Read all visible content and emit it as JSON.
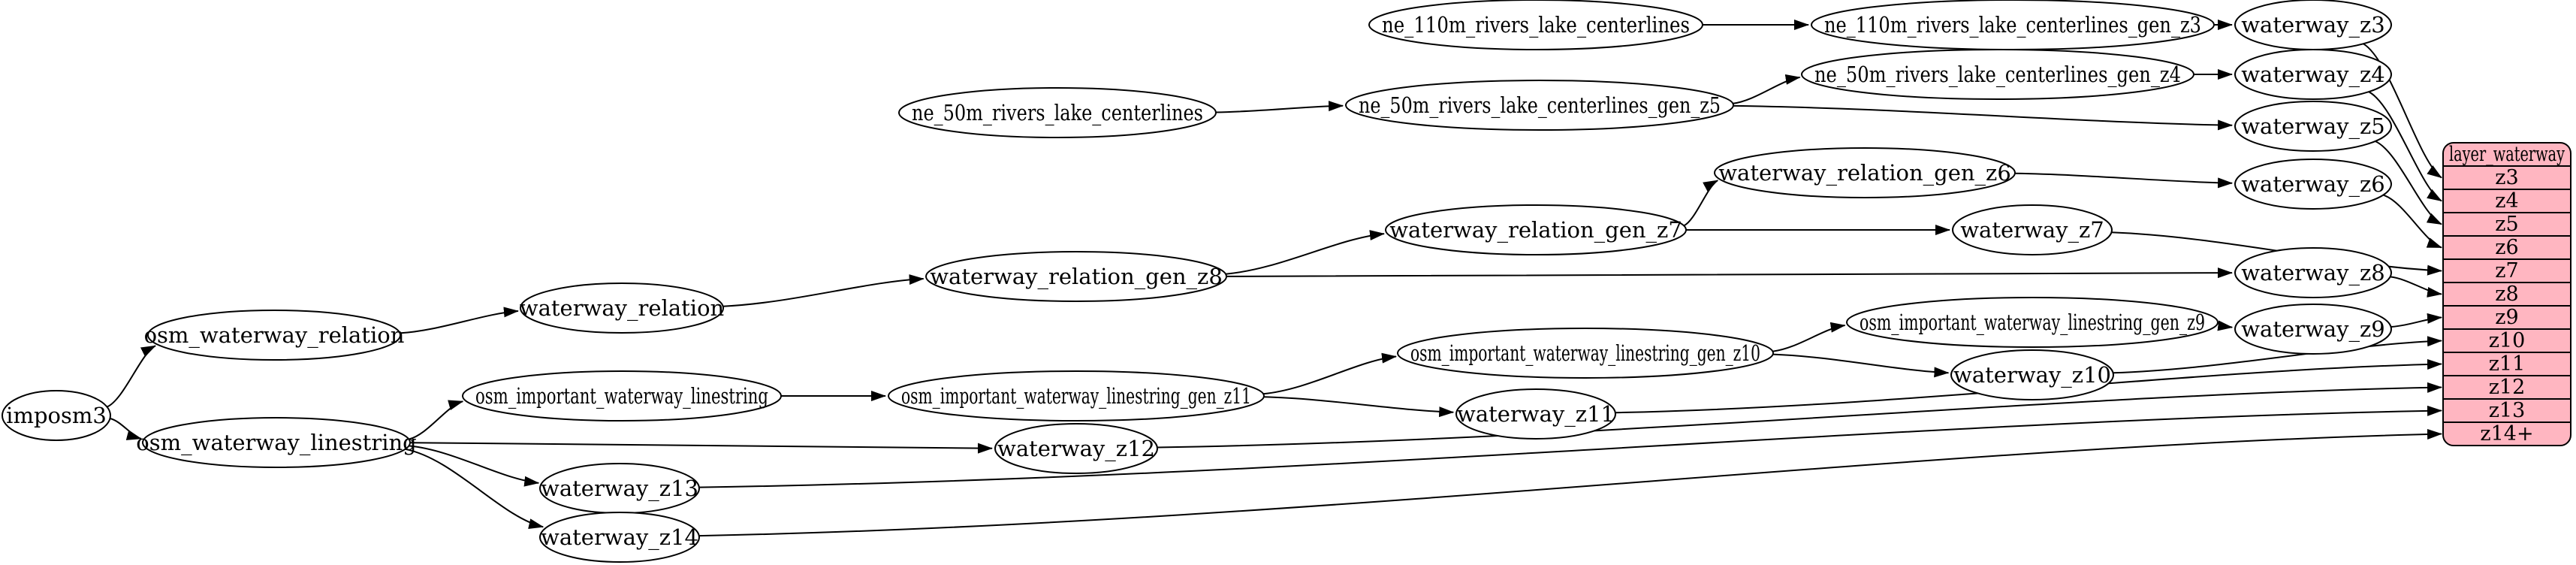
{
  "diagram": {
    "background_color": "#ffffff",
    "node_fill": "#ffffff",
    "node_stroke": "#000000",
    "edge_color": "#000000",
    "nodes": [
      {
        "id": "imposm3",
        "label": "imposm3"
      },
      {
        "id": "osm_waterway_relation",
        "label": "osm_waterway_relation"
      },
      {
        "id": "osm_waterway_linestring",
        "label": "osm_waterway_linestring"
      },
      {
        "id": "waterway_relation",
        "label": "waterway_relation"
      },
      {
        "id": "osm_important_waterway_linestring",
        "label": "osm_important_waterway_linestring"
      },
      {
        "id": "waterway_z13",
        "label": "waterway_z13"
      },
      {
        "id": "waterway_z14",
        "label": "waterway_z14"
      },
      {
        "id": "ne_50m_rivers_lake_centerlines",
        "label": "ne_50m_rivers_lake_centerlines"
      },
      {
        "id": "waterway_relation_gen_z8",
        "label": "waterway_relation_gen_z8"
      },
      {
        "id": "osm_important_waterway_linestring_gen_z11",
        "label": "osm_important_waterway_linestring_gen_z11"
      },
      {
        "id": "waterway_z12",
        "label": "waterway_z12"
      },
      {
        "id": "ne_110m_rivers_lake_centerlines",
        "label": "ne_110m_rivers_lake_centerlines"
      },
      {
        "id": "ne_50m_rivers_lake_centerlines_gen_z5",
        "label": "ne_50m_rivers_lake_centerlines_gen_z5"
      },
      {
        "id": "waterway_relation_gen_z7",
        "label": "waterway_relation_gen_z7"
      },
      {
        "id": "waterway_z11",
        "label": "waterway_z11"
      },
      {
        "id": "osm_important_waterway_linestring_gen_z10",
        "label": "osm_important_waterway_linestring_gen_z10"
      },
      {
        "id": "waterway_relation_gen_z6",
        "label": "waterway_relation_gen_z6"
      },
      {
        "id": "ne_50m_rivers_lake_centerlines_gen_z4",
        "label": "ne_50m_rivers_lake_centerlines_gen_z4"
      },
      {
        "id": "ne_110m_rivers_lake_centerlines_gen_z3",
        "label": "ne_110m_rivers_lake_centerlines_gen_z3"
      },
      {
        "id": "waterway_z7",
        "label": "waterway_z7"
      },
      {
        "id": "osm_important_waterway_linestring_gen_z9",
        "label": "osm_important_waterway_linestring_gen_z9"
      },
      {
        "id": "waterway_z10",
        "label": "waterway_z10"
      },
      {
        "id": "waterway_z3",
        "label": "waterway_z3"
      },
      {
        "id": "waterway_z4",
        "label": "waterway_z4"
      },
      {
        "id": "waterway_z5",
        "label": "waterway_z5"
      },
      {
        "id": "waterway_z6",
        "label": "waterway_z6"
      },
      {
        "id": "waterway_z8",
        "label": "waterway_z8"
      },
      {
        "id": "waterway_z9",
        "label": "waterway_z9"
      }
    ],
    "edges": [
      {
        "from": "imposm3",
        "to": "osm_waterway_relation"
      },
      {
        "from": "imposm3",
        "to": "osm_waterway_linestring"
      },
      {
        "from": "osm_waterway_relation",
        "to": "waterway_relation"
      },
      {
        "from": "waterway_relation",
        "to": "waterway_relation_gen_z8"
      },
      {
        "from": "waterway_relation_gen_z8",
        "to": "waterway_relation_gen_z7"
      },
      {
        "from": "waterway_relation_gen_z8",
        "to": "waterway_z8"
      },
      {
        "from": "waterway_relation_gen_z7",
        "to": "waterway_relation_gen_z6"
      },
      {
        "from": "waterway_relation_gen_z7",
        "to": "waterway_z7"
      },
      {
        "from": "waterway_relation_gen_z6",
        "to": "waterway_z6"
      },
      {
        "from": "osm_waterway_linestring",
        "to": "osm_important_waterway_linestring"
      },
      {
        "from": "osm_waterway_linestring",
        "to": "waterway_z12"
      },
      {
        "from": "osm_waterway_linestring",
        "to": "waterway_z13"
      },
      {
        "from": "osm_waterway_linestring",
        "to": "waterway_z14"
      },
      {
        "from": "osm_important_waterway_linestring",
        "to": "osm_important_waterway_linestring_gen_z11"
      },
      {
        "from": "osm_important_waterway_linestring_gen_z11",
        "to": "osm_important_waterway_linestring_gen_z10"
      },
      {
        "from": "osm_important_waterway_linestring_gen_z11",
        "to": "waterway_z11"
      },
      {
        "from": "osm_important_waterway_linestring_gen_z10",
        "to": "osm_important_waterway_linestring_gen_z9"
      },
      {
        "from": "osm_important_waterway_linestring_gen_z10",
        "to": "waterway_z10"
      },
      {
        "from": "osm_important_waterway_linestring_gen_z9",
        "to": "waterway_z9"
      },
      {
        "from": "ne_110m_rivers_lake_centerlines",
        "to": "ne_110m_rivers_lake_centerlines_gen_z3"
      },
      {
        "from": "ne_110m_rivers_lake_centerlines_gen_z3",
        "to": "waterway_z3"
      },
      {
        "from": "ne_50m_rivers_lake_centerlines",
        "to": "ne_50m_rivers_lake_centerlines_gen_z5"
      },
      {
        "from": "ne_50m_rivers_lake_centerlines_gen_z5",
        "to": "ne_50m_rivers_lake_centerlines_gen_z4"
      },
      {
        "from": "ne_50m_rivers_lake_centerlines_gen_z5",
        "to": "waterway_z5"
      },
      {
        "from": "ne_50m_rivers_lake_centerlines_gen_z4",
        "to": "waterway_z4"
      },
      {
        "from": "waterway_z3",
        "to": "row:z3"
      },
      {
        "from": "waterway_z4",
        "to": "row:z4"
      },
      {
        "from": "waterway_z5",
        "to": "row:z5"
      },
      {
        "from": "waterway_z6",
        "to": "row:z6"
      },
      {
        "from": "waterway_z7",
        "to": "row:z7"
      },
      {
        "from": "waterway_z8",
        "to": "row:z8"
      },
      {
        "from": "waterway_z9",
        "to": "row:z9"
      },
      {
        "from": "waterway_z10",
        "to": "row:z10"
      },
      {
        "from": "waterway_z11",
        "to": "row:z11"
      },
      {
        "from": "waterway_z12",
        "to": "row:z12"
      },
      {
        "from": "waterway_z13",
        "to": "row:z13"
      },
      {
        "from": "waterway_z14",
        "to": "row:z14+"
      }
    ],
    "table": {
      "title": "layer_waterway",
      "fill": "#ffb6c1",
      "stroke": "#000000",
      "rows": [
        "z3",
        "z4",
        "z5",
        "z6",
        "z7",
        "z8",
        "z9",
        "z10",
        "z11",
        "z12",
        "z13",
        "z14+"
      ]
    }
  }
}
